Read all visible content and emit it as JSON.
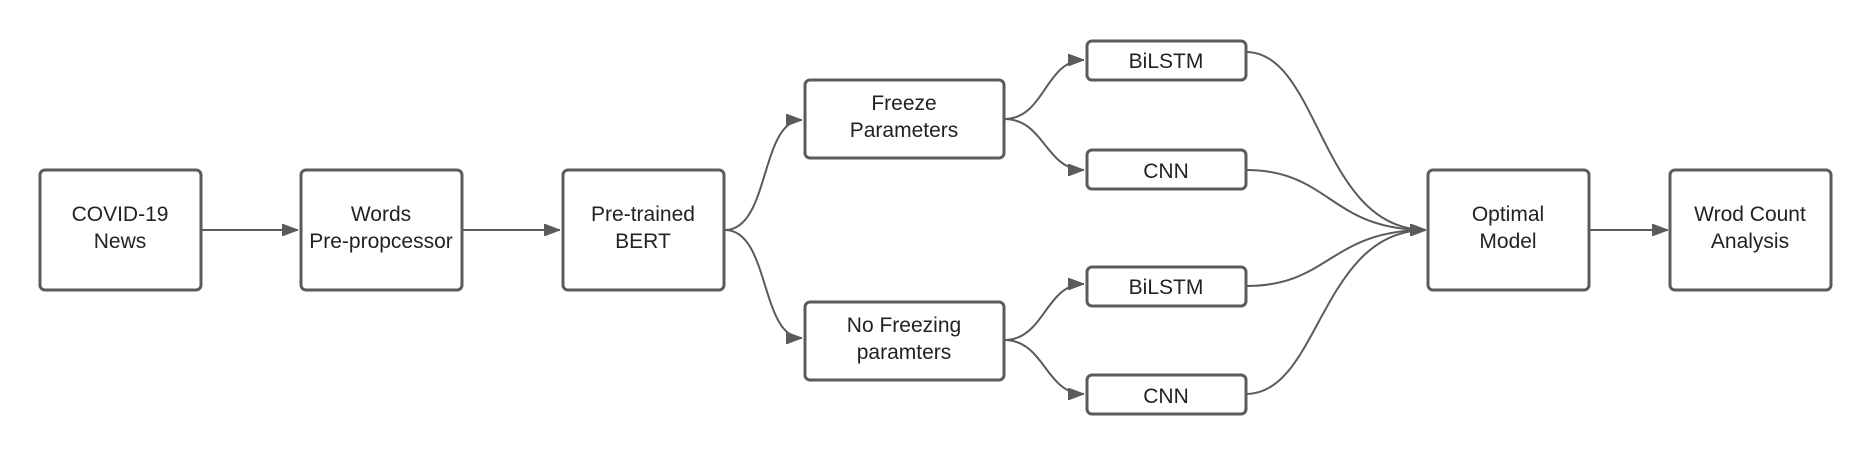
{
  "nodes": {
    "covid_news": {
      "lines": [
        "COVID-19",
        "News"
      ]
    },
    "words_preprocessor": {
      "lines": [
        "Words",
        "Pre-propcessor"
      ]
    },
    "pretrained_bert": {
      "lines": [
        "Pre-trained",
        "BERT"
      ]
    },
    "freeze_parameters": {
      "lines": [
        "Freeze",
        "Parameters"
      ]
    },
    "no_freezing_parameters": {
      "lines": [
        "No Freezing",
        "paramters"
      ]
    },
    "bilstm_frozen": {
      "lines": [
        "BiLSTM"
      ]
    },
    "cnn_frozen": {
      "lines": [
        "CNN"
      ]
    },
    "bilstm_unfrozen": {
      "lines": [
        "BiLSTM"
      ]
    },
    "cnn_unfrozen": {
      "lines": [
        "CNN"
      ]
    },
    "optimal_model": {
      "lines": [
        "Optimal",
        "Model"
      ]
    },
    "word_count_analysis": {
      "lines": [
        "Wrod Count",
        "Analysis"
      ]
    }
  },
  "edges": [
    {
      "from": "covid_news",
      "to": "words_preprocessor"
    },
    {
      "from": "words_preprocessor",
      "to": "pretrained_bert"
    },
    {
      "from": "pretrained_bert",
      "to": "freeze_parameters"
    },
    {
      "from": "pretrained_bert",
      "to": "no_freezing_parameters"
    },
    {
      "from": "freeze_parameters",
      "to": "bilstm_frozen"
    },
    {
      "from": "freeze_parameters",
      "to": "cnn_frozen"
    },
    {
      "from": "no_freezing_parameters",
      "to": "bilstm_unfrozen"
    },
    {
      "from": "no_freezing_parameters",
      "to": "cnn_unfrozen"
    },
    {
      "from": "bilstm_frozen",
      "to": "optimal_model"
    },
    {
      "from": "cnn_frozen",
      "to": "optimal_model"
    },
    {
      "from": "bilstm_unfrozen",
      "to": "optimal_model"
    },
    {
      "from": "cnn_unfrozen",
      "to": "optimal_model"
    },
    {
      "from": "optimal_model",
      "to": "word_count_analysis"
    }
  ],
  "colors": {
    "stroke": "#5b5b5b",
    "text": "#222222",
    "background": "#ffffff"
  }
}
